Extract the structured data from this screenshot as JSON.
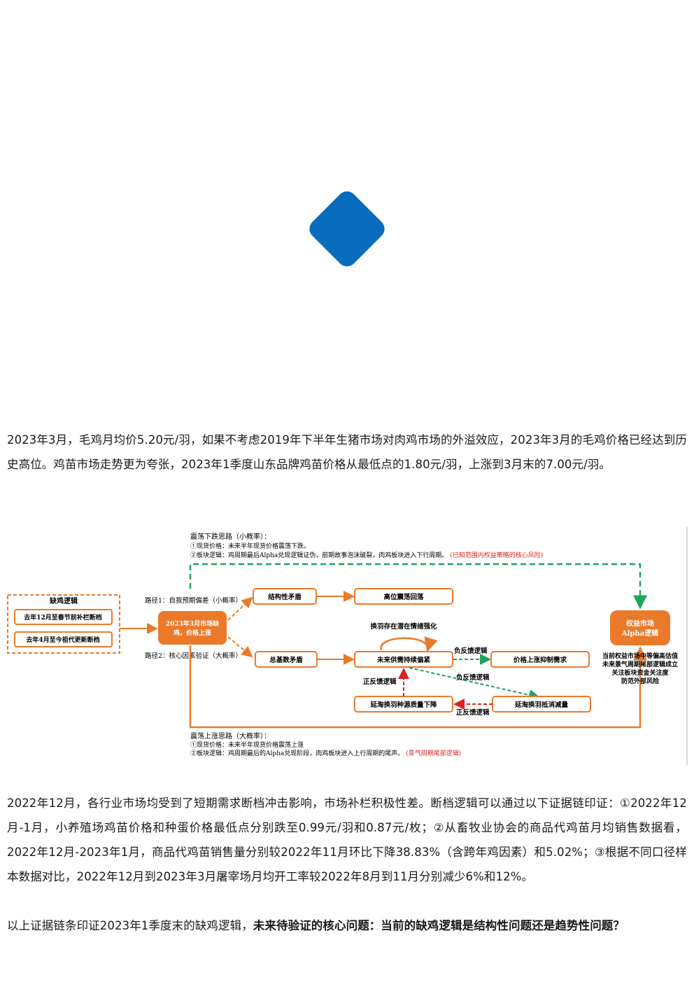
{
  "logo": {
    "icon": "blue-diamond-logo",
    "color": "#0a6cbc"
  },
  "paragraphs": {
    "p1": "2023年3月，毛鸡月均价5.20元/羽，如果不考虑2019年下半年生猪市场对肉鸡市场的外溢效应，2023年3月的毛鸡价格已经达到历史高位。鸡苗市场走势更为夸张，2023年1季度山东品牌鸡苗价格从最低点的1.80元/羽，上涨到3月末的7.00元/羽。",
    "p2": "2022年12月，各行业市场均受到了短期需求断档冲击影响，市场补栏积极性差。断档逻辑可以通过以下证据链印证：①2022年12月-1月，小养殖场鸡苗价格和种蛋价格最低点分别跌至0.99元/羽和0.87元/枚；②从畜牧业协会的商品代鸡苗月均销售数据看，2022年12月-2023年1月，商品代鸡苗销售量分别较2022年11月环比下降38.83%（含跨年鸡因素）和5.02%；③根据不同口径样本数据对比，2022年12月到2023年3月屠宰场月均开工率较2022年8月到11月分别减少6%和12%。",
    "p3_normal": "以上证据链条印证2023年1季度末的缺鸡逻辑，",
    "p3_bold": "未来待验证的核心问题：当前的缺鸡逻辑是结构性问题还是趋势性问题？"
  },
  "diagram": {
    "colors": {
      "orange": "#ea7a2a",
      "green": "#1ea45c",
      "red": "#e02020"
    },
    "top_note": {
      "title": "震荡下跌思路（小概率）：",
      "line1": "①现货价格：未来半年现货价格震荡下跌。",
      "line2_black": "②板块逻辑：鸡周期最后Alpha兑现逻辑证伪，前期故事泡沫破裂，肉鸡板块进入下行周期。",
      "line2_red": "(已知范围内权益策略的核心风险)"
    },
    "bottom_note": {
      "title": "震荡上涨思路（大概率）：",
      "line1": "①现货价格：未来半年现货价格震荡上涨",
      "line2_black": "②板块逻辑：鸡周期最后的Alpha兑现阶段，肉鸡板块进入上行周期的尾声。",
      "line2_red": "(景气周期尾部逻辑)"
    },
    "left_box": {
      "title": "缺鸡逻辑",
      "item1": "去年12月至春节前补栏断档",
      "item2": "去年4月至今祖代更新断档"
    },
    "center_box": "2023年3月市场缺鸡，价格上涨",
    "path1_label": "路径1：自我预期偏差（小概率）",
    "path2_label": "路径2：核心因素验证（大概率）",
    "box_structural": "结构性矛盾",
    "box_high_osc": "高位震荡回落",
    "box_total": "总基数矛盾",
    "box_future": "未来供需持续偏紧",
    "box_price_demand": "价格上涨抑制需求",
    "box_delay_quality": "延淘换羽种源质量下降",
    "box_delay_offset": "延淘换羽抵消减量",
    "loop_label": "换羽存在潜在情绪强化",
    "neg_fb_1": "负反馈逻辑",
    "neg_fb_2": "负反馈逻辑",
    "pos_fb_1": "正反馈逻辑",
    "pos_fb_2": "正反馈逻辑",
    "right_box": {
      "line1": "权益市场",
      "line2": "Alpha逻辑"
    },
    "right_note": {
      "line1": "当前权益市场中等偏高估值",
      "line2": "未来景气周期尾部逻辑成立",
      "line3": "关注板块资金关注度",
      "line4": "防范外部风险"
    }
  }
}
